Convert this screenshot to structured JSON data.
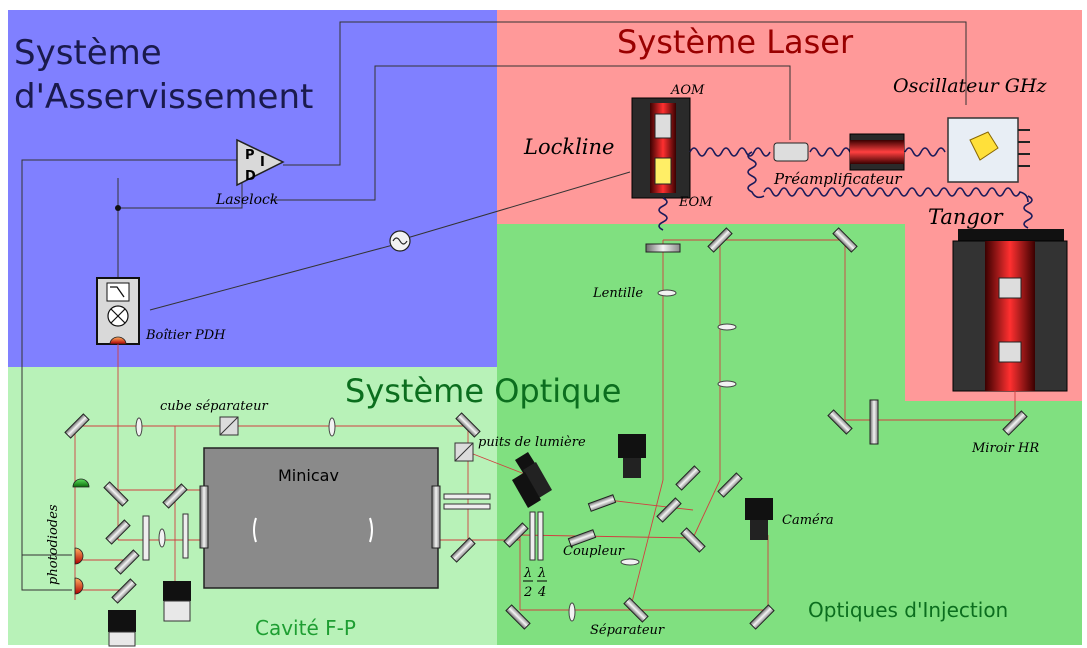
{
  "colors": {
    "asservissement": "#8080ff",
    "laser": "#ff9999",
    "optique": "#b8f2b8",
    "injection": "#80e080",
    "title_laser": "#990000",
    "title_optique": "#0b6e1e",
    "title_cavite": "#1e9e32",
    "beam": "#d04040",
    "wire": "#333333"
  },
  "regions": {
    "asservissement": {
      "title_line1": "Système",
      "title_line2": "d'Asservissement"
    },
    "laser": {
      "title": "Système Laser"
    },
    "optique": {
      "title": "Système Optique"
    },
    "cavite": {
      "title": "Cavité F-P"
    },
    "injection": {
      "title": "Optiques d'Injection"
    }
  },
  "labels": {
    "pid": "PID",
    "pid_p": "P",
    "pid_i": "I",
    "pid_d": "D",
    "laselock": "Laselock",
    "boitier_pdh": "Boîtier PDH",
    "lockline": "Lockline",
    "aom": "AOM",
    "eom": "EOM",
    "preamplificateur": "Préamplificateur",
    "oscillateur": "Oscillateur GHz",
    "tangor": "Tangor",
    "lentille": "Lentille",
    "miroir_hr": "Miroir HR",
    "cube_separateur": "cube séparateur",
    "puits_de_lumiere": "puits de lumière",
    "minicav": "Minicav",
    "photodiodes": "photodiodes",
    "camera": "Caméra",
    "coupleur": "Coupleur",
    "separateur": "Séparateur",
    "lambda": "λ",
    "lambda_half_den": "2",
    "lambda_quarter_den": "4"
  },
  "icons": [
    "sine-wave-icon",
    "mixer-icon",
    "low-pass-filter-icon"
  ]
}
